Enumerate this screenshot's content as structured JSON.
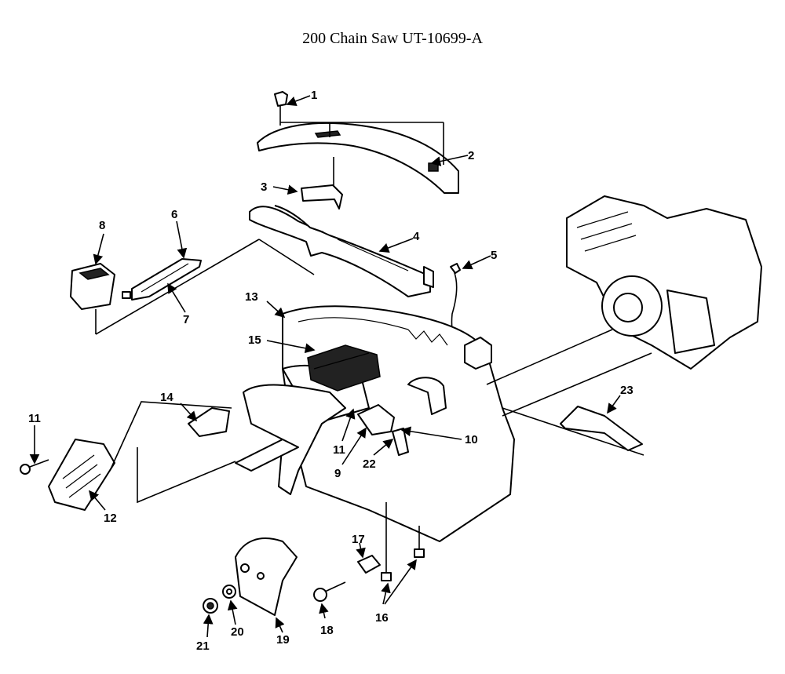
{
  "title": "200 Chain Saw UT-10699-A",
  "callouts": [
    "1",
    "2",
    "3",
    "4",
    "5",
    "6",
    "7",
    "8",
    "9",
    "10",
    "11",
    "11",
    "12",
    "13",
    "14",
    "15",
    "16",
    "17",
    "18",
    "19",
    "20",
    "21",
    "22",
    "23"
  ]
}
